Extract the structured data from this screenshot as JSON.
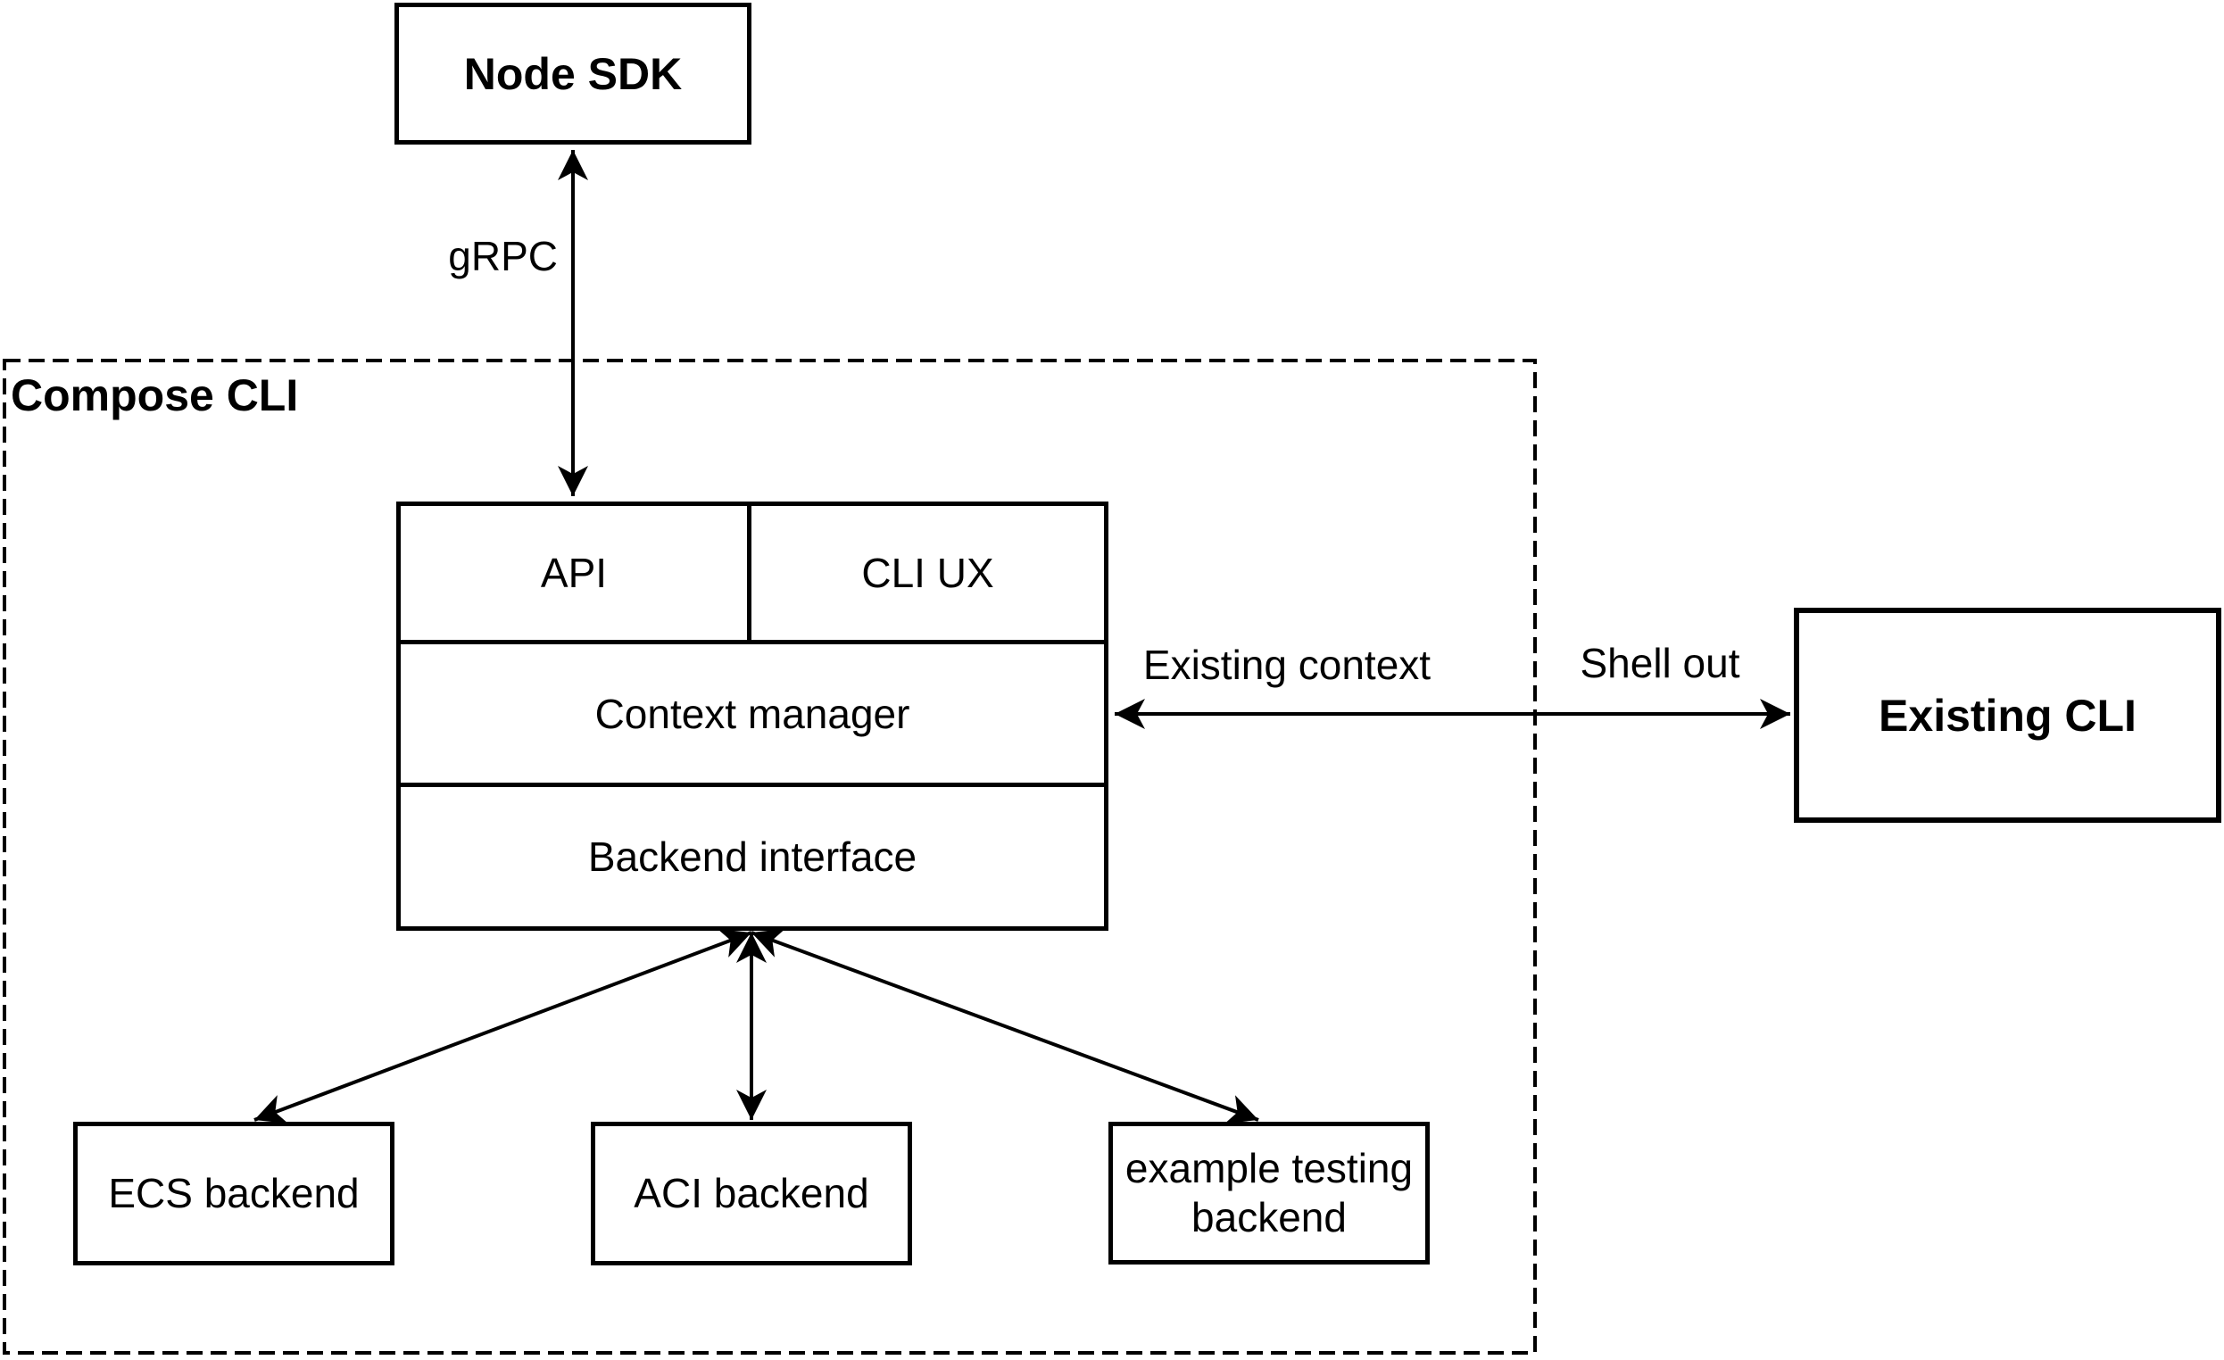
{
  "diagram": {
    "container": {
      "label": "Compose CLI"
    },
    "nodes": {
      "node_sdk": {
        "label": "Node SDK"
      },
      "api": {
        "label": "API"
      },
      "cli_ux": {
        "label": "CLI UX"
      },
      "context_manager": {
        "label": "Context manager"
      },
      "backend_interface": {
        "label": "Backend interface"
      },
      "ecs_backend": {
        "label": "ECS backend"
      },
      "aci_backend": {
        "label": "ACI backend"
      },
      "example_backend": {
        "label": "example testing backend"
      },
      "existing_cli": {
        "label": "Existing CLI"
      }
    },
    "edge_labels": {
      "grpc": "gRPC",
      "existing_context": "Existing context",
      "shell_out": "Shell out"
    },
    "edges": [
      {
        "from": "node_sdk",
        "to": "api_cli_ux_stack",
        "label": "gRPC",
        "style": "double-arrow"
      },
      {
        "from": "context_manager",
        "to": "existing_cli",
        "label": "Existing context / Shell out",
        "style": "double-arrow"
      },
      {
        "from": "backend_interface",
        "to": "ecs_backend",
        "label": "",
        "style": "double-arrow"
      },
      {
        "from": "backend_interface",
        "to": "aci_backend",
        "label": "",
        "style": "double-arrow"
      },
      {
        "from": "backend_interface",
        "to": "example_backend",
        "label": "",
        "style": "double-arrow"
      }
    ],
    "colors": {
      "stroke": "#000000",
      "background": "#ffffff"
    }
  }
}
